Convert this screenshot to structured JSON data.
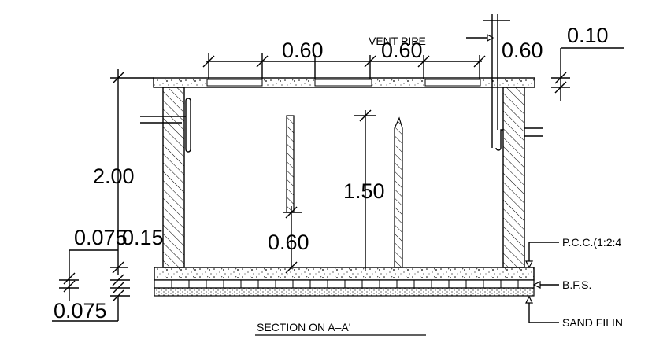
{
  "dimensions": {
    "span_left": "0.60",
    "span_middle": "0.60",
    "span_right": "0.60",
    "slab_thickness": "0.10",
    "tank_height": "2.00",
    "baffle_height": "1.50",
    "bottom_clear": "0.60",
    "wall_thickness": "0.15",
    "pcc_thickness_top": "0.075",
    "pcc_thickness_bottom": "0.075"
  },
  "labels": {
    "vent_pipe": "VENT PIPE",
    "pcc": "P.C.C.(1:2:4",
    "bfs": "B.F.S.",
    "sand": "SAND FILIN",
    "section_title": "SECTION ON A–A'"
  },
  "colors": {
    "line": "#000000",
    "background": "#ffffff"
  }
}
